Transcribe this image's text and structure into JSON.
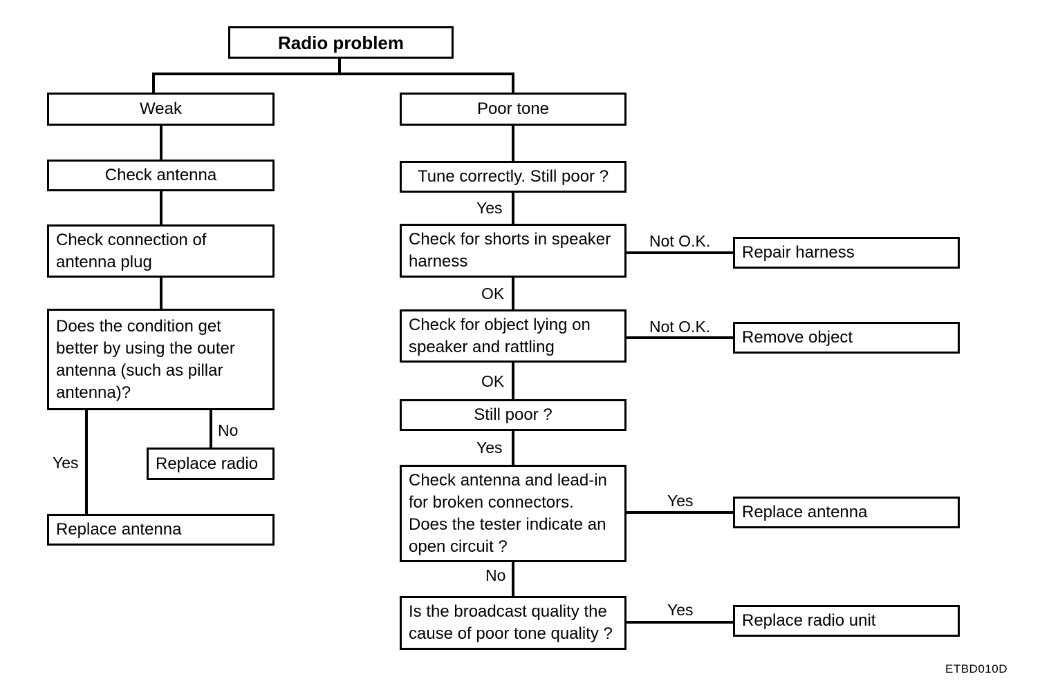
{
  "diagram": {
    "title": "Radio problem",
    "reference_code": "ETBD010D",
    "nodes": {
      "root": "Radio problem",
      "weak": "Weak",
      "check_antenna": "Check antenna",
      "check_connection": "Check connection of\nantenna plug",
      "outer_antenna_q": "Does the condition get\nbetter by using the outer\nantenna (such as pillar\nantenna)?",
      "replace_radio": "Replace radio",
      "replace_antenna_left": "Replace antenna",
      "poor_tone": "Poor tone",
      "tune_correctly": "Tune correctly. Still poor ?",
      "check_shorts": "Check for shorts in speaker\nharness",
      "repair_harness": "Repair harness",
      "check_object": "Check for object lying on\nspeaker and rattling",
      "remove_object": "Remove object",
      "still_poor": "Still poor ?",
      "check_lead_in": "Check antenna and lead-in\nfor broken connectors.\nDoes the tester indicate an\nopen circuit ?",
      "replace_antenna_right": "Replace antenna",
      "broadcast_quality": "Is the broadcast quality the\ncause of poor tone quality ?",
      "replace_radio_unit": "Replace radio unit"
    },
    "edge_labels": {
      "outer_no": "No",
      "outer_yes": "Yes",
      "tune_yes": "Yes",
      "shorts_not_ok": "Not O.K.",
      "shorts_ok": "OK",
      "object_not_ok": "Not O.K.",
      "object_ok": "OK",
      "still_poor_yes": "Yes",
      "lead_in_yes": "Yes",
      "lead_in_no": "No",
      "broadcast_yes": "Yes"
    }
  }
}
